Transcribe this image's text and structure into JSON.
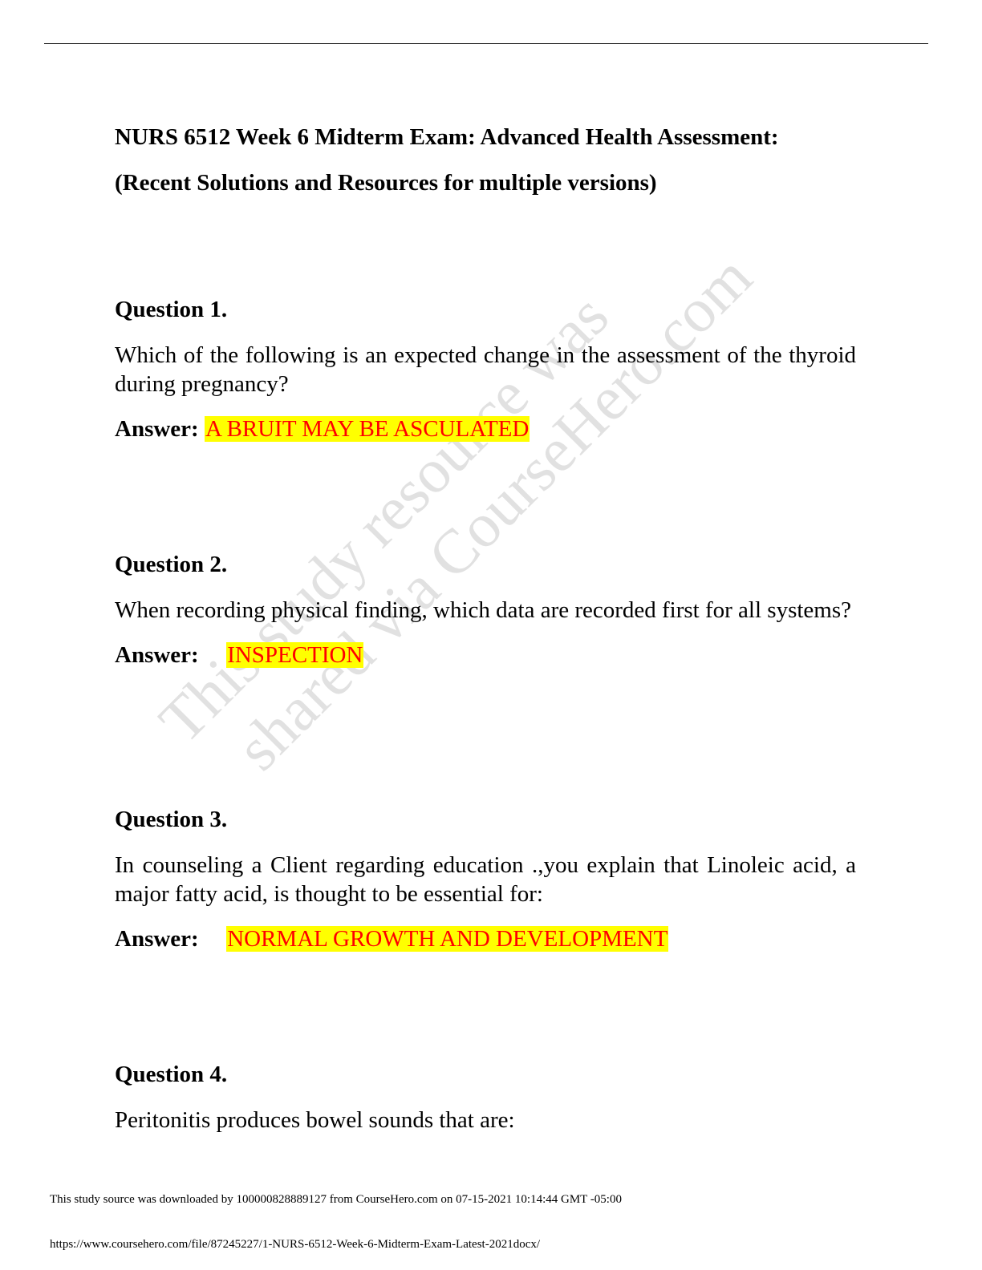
{
  "title": {
    "line1": "NURS 6512 Week 6 Midterm Exam: Advanced Health Assessment:",
    "line2": "(Recent Solutions and Resources for multiple versions)"
  },
  "questions": [
    {
      "heading": "Question 1.",
      "text": "Which of the following is an expected change in the assessment of the thyroid during pregnancy?",
      "answer_label": "Answer:",
      "answer": "A BRUIT MAY BE ASCULATED"
    },
    {
      "heading": "Question 2.",
      "text": "When recording physical finding, which data are recorded first for all systems?",
      "answer_label": "Answer:",
      "answer": "INSPECTION"
    },
    {
      "heading": "Question 3.",
      "text": "In counseling a Client regarding education .,you explain that Linoleic acid, a major fatty acid, is thought to be essential for:",
      "answer_label": "Answer:",
      "answer": "NORMAL GROWTH AND DEVELOPMENT"
    },
    {
      "heading": "Question 4.",
      "text": "Peritonitis produces bowel sounds that are:"
    }
  ],
  "watermark": {
    "line1": "This study resource was",
    "line2": "shared via CourseHero.com"
  },
  "footer": {
    "download_note": "This study source was downloaded by 100000828889127 from CourseHero.com on 07-15-2021 10:14:44 GMT -05:00",
    "url": "https://www.coursehero.com/file/87245227/1-NURS-6512-Week-6-Midterm-Exam-Latest-2021docx/"
  },
  "colors": {
    "answer_text": "#ff0000",
    "answer_highlight": "#ffff00",
    "watermark": "#aaaaaa"
  }
}
